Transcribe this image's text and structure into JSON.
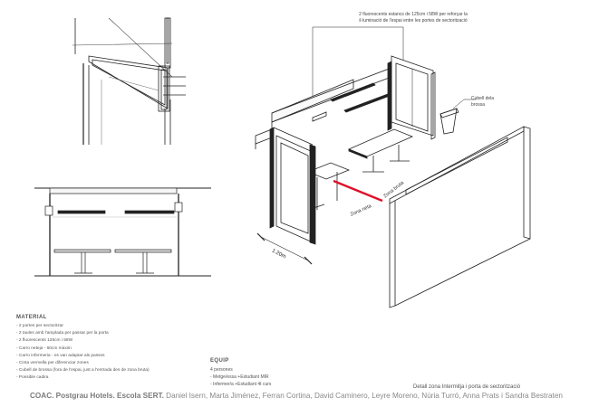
{
  "top_note": {
    "line1": "2 fluorescents estancs de 125cm i 58W per reforçar la",
    "line2": "il·luminació de l'espai entre les portes de sectorització"
  },
  "bin_label": {
    "line1": "Cubell dela",
    "line2": "brossa"
  },
  "zone_labels": {
    "clean": "Zona neta",
    "dirty": "Zona bruta"
  },
  "dimension": "1.20m",
  "material": {
    "heading": "MATERIAL",
    "items": [
      "- 2 portes per sectoritzar",
      "- 2 taules amb l'amplada per passar per la porta",
      "- 2 fluorescents 125cm i 58W",
      "- Carro neteja - 60cm màxim",
      "- Carro infermeria - es van adaptar als passos",
      "- Cinta vermella per diferenciar zones",
      "- Cubell de brossa (fora de l'espai, just a l'entrada des de zona bruta)",
      "- Possible cadira"
    ]
  },
  "equip": {
    "heading": "EQUIP",
    "items": [
      "4 persones",
      "- Metge/essa +Estudiant MIR",
      "- Infermer/a +Estudiant 4t curs"
    ]
  },
  "caption": "Detall zona Intermitja i porta de sectorització",
  "footer": {
    "bold": "COAC. Postgrau Hotels. Escola SERT.",
    "authors": "Daniel Isern, Marta Jiménez, Ferran Cortina, David Caminero, Leyre Moreno, Núria Turró, Anna Prats i Sandra Bestraten"
  },
  "colors": {
    "line": "#222222",
    "accent": "#e0102a",
    "text": "#444444"
  }
}
